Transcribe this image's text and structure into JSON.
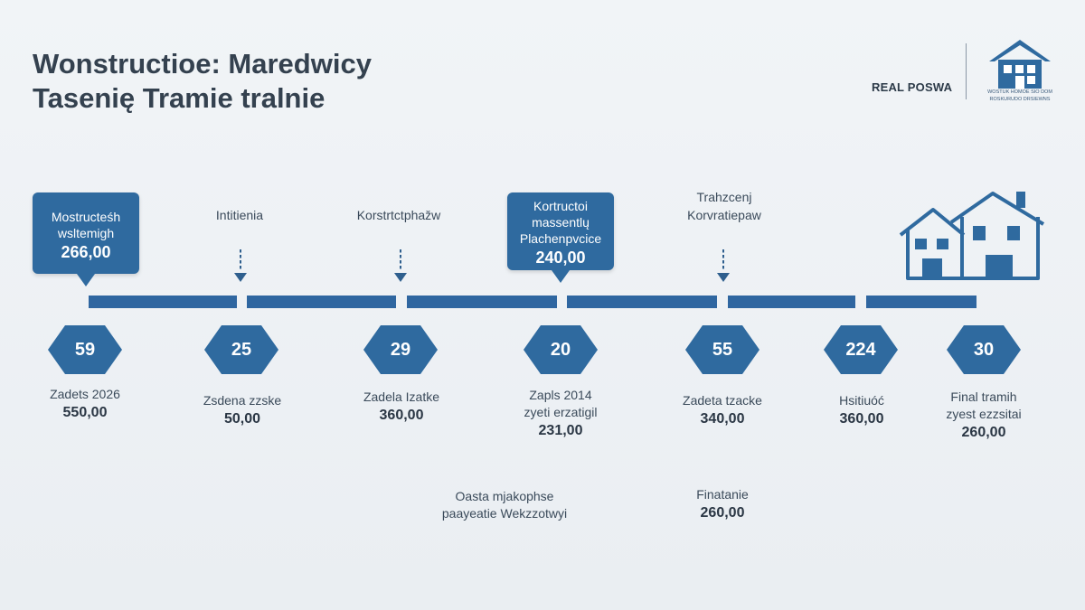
{
  "title": {
    "line1": "Wonstructioe: Maredwicy",
    "line2": "Tasenię Tramie tralnie"
  },
  "brand": {
    "name": "REAL POSWA",
    "sub1": "WOSTUK HOMOE SIO DOM",
    "sub2": "ROSKURUDO DRSIEWNS"
  },
  "colors": {
    "accent": "#2f6a9f",
    "line": "#2f66a0",
    "text": "#34414f",
    "background": "#eef1f4"
  },
  "callouts": [
    {
      "lines": [
        "Mostructeśh",
        "wsltemigh"
      ],
      "value": "266,00"
    },
    {
      "lines": [
        "Kortructoi",
        "massentlų",
        "Plachenpvcice"
      ],
      "value": "240,00"
    }
  ],
  "phase_labels": [
    {
      "lines": [
        "Intitienia"
      ]
    },
    {
      "lines": [
        "Korstrtctphažw"
      ]
    },
    {
      "lines": [
        "Trahzcenj",
        "Korvratiepaw"
      ]
    }
  ],
  "milestones": [
    {
      "number": "59",
      "lines": [
        "Zadets 2026"
      ],
      "value": "550,00"
    },
    {
      "number": "25",
      "lines": [
        "Zsdena zzske"
      ],
      "value": "50,00"
    },
    {
      "number": "29",
      "lines": [
        "Zadela Izatke"
      ],
      "value": "360,00"
    },
    {
      "number": "20",
      "lines": [
        "Zapls 2014",
        "zyeti erzatigil"
      ],
      "value": "231,00"
    },
    {
      "number": "55",
      "lines": [
        "Zadeta tzacke"
      ],
      "value": "340,00"
    },
    {
      "number": "224",
      "lines": [
        "Hsitiuóć"
      ],
      "value": "360,00"
    },
    {
      "number": "30",
      "lines": [
        "Final tramih",
        "zyest ezzsitai"
      ],
      "value": "260,00"
    }
  ],
  "bottom_notes": [
    {
      "lines": [
        "Oasta mjakophse",
        "paayeatie Wekzzotwyi"
      ]
    },
    {
      "lines": [
        "Finatanie"
      ],
      "value": "260,00"
    }
  ],
  "icons": [
    "house-logo-icon",
    "houses-illustration-icon",
    "arrow-down-icon"
  ]
}
